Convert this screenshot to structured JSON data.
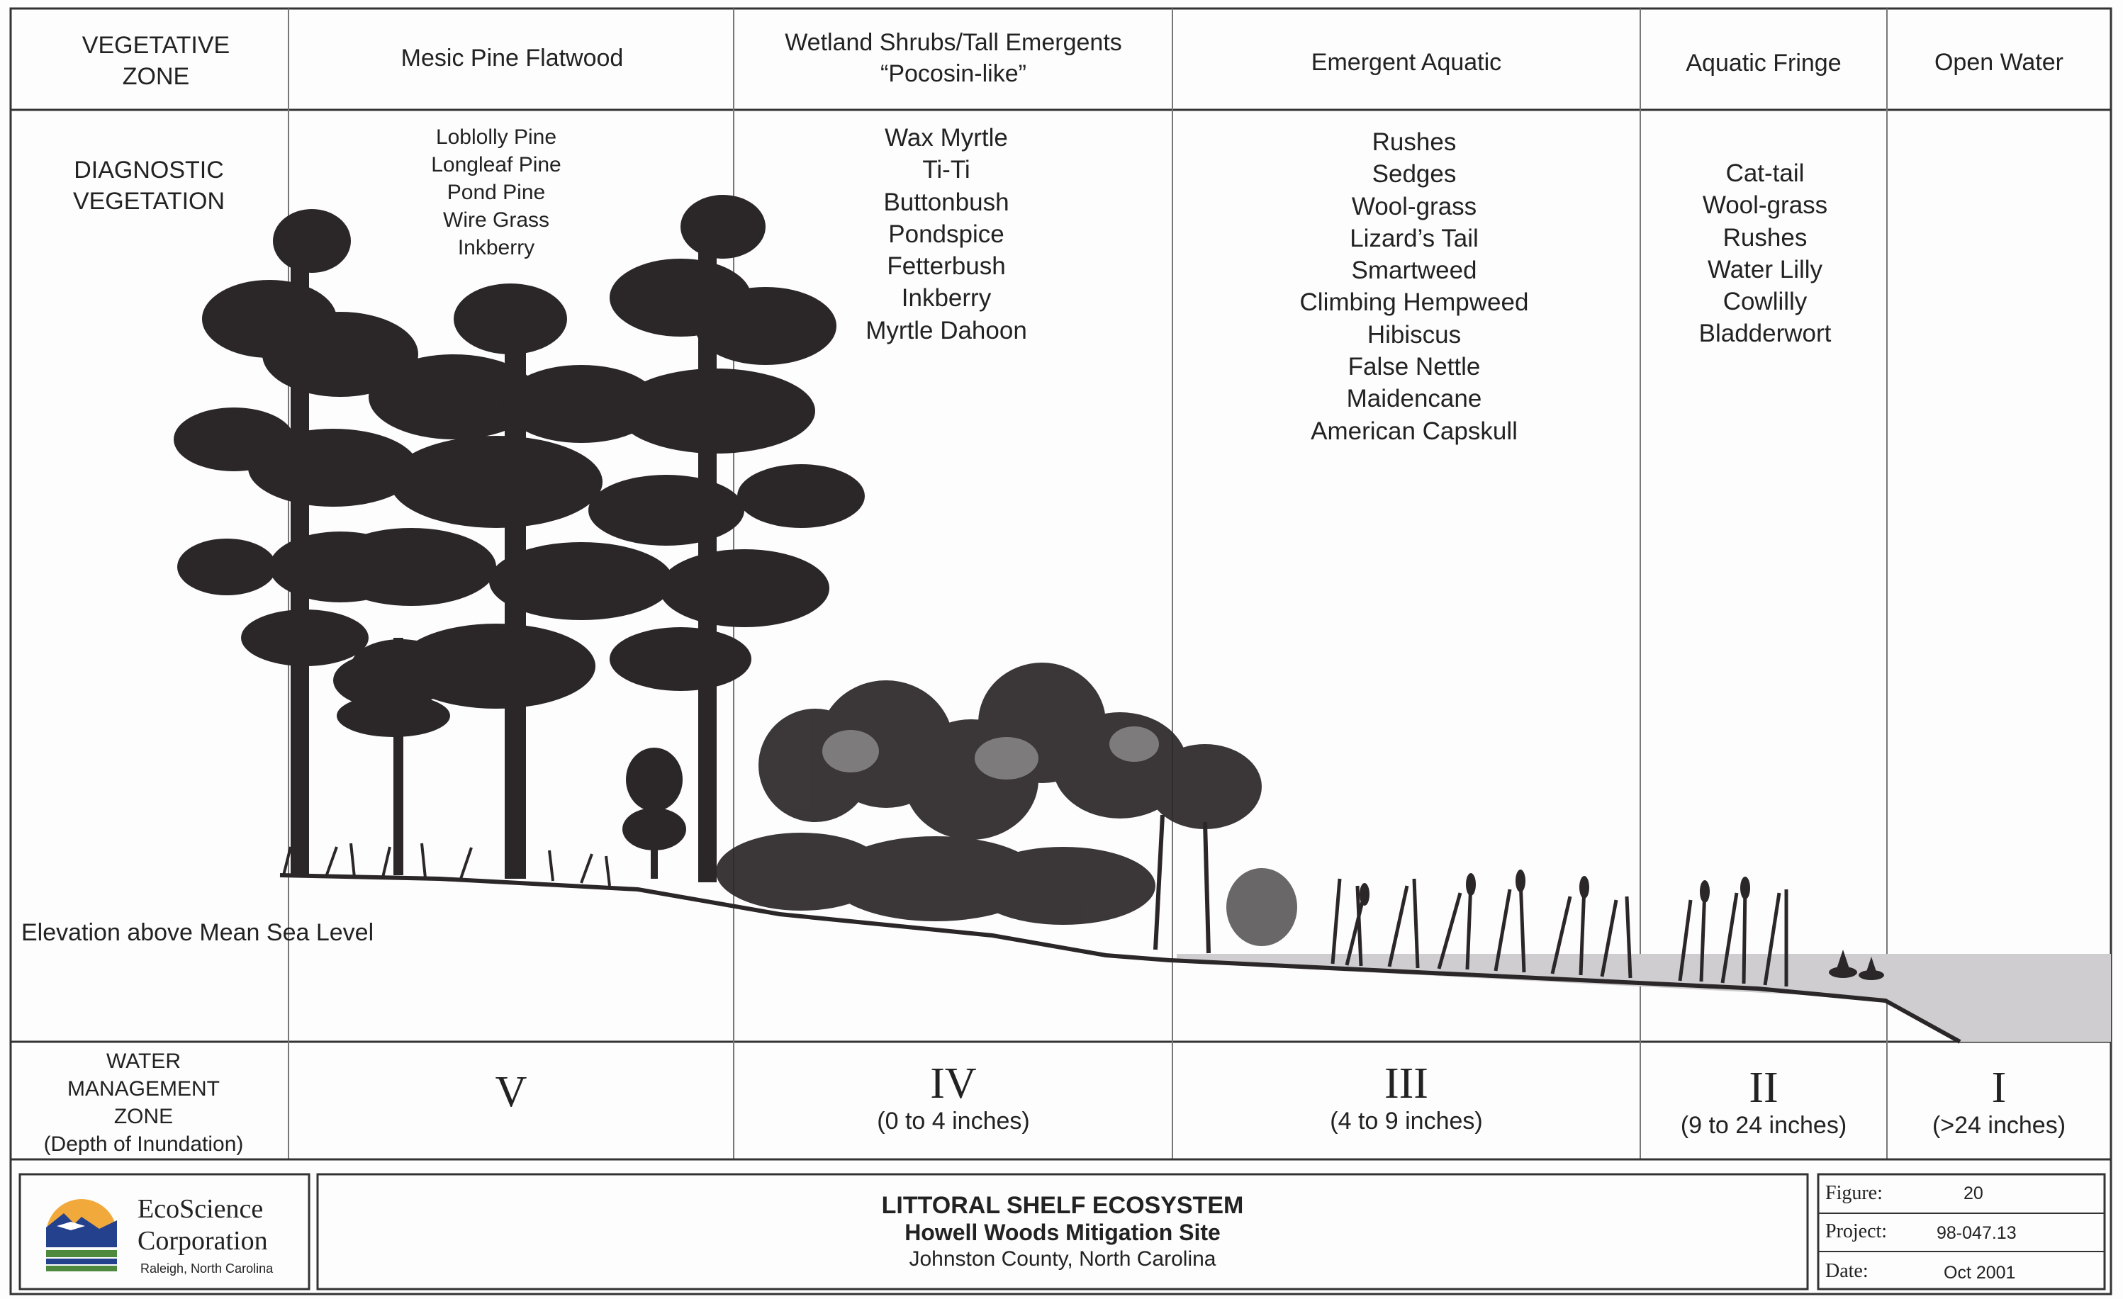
{
  "title": "LITTORAL SHELF ECOSYSTEM",
  "subtitle": "Howell Woods Mitigation Site",
  "location": "Johnston County, North Carolina",
  "row_labels": {
    "vegetative_zone": [
      "VEGETATIVE",
      "ZONE"
    ],
    "diagnostic_vegetation": [
      "DIAGNOSTIC",
      "VEGETATION"
    ],
    "elevation": "Elevation above Mean Sea Level",
    "water_management_zone": [
      "WATER",
      "MANAGEMENT",
      "ZONE",
      "(Depth of Inundation)"
    ]
  },
  "zones": [
    {
      "name": [
        "Mesic Pine Flatwood"
      ],
      "vegetation": [
        "Loblolly Pine",
        "Longleaf Pine",
        "Pond Pine",
        "Wire Grass",
        "Inkberry"
      ],
      "water_zone": "V",
      "depth": ""
    },
    {
      "name": [
        "Wetland Shrubs/Tall Emergents",
        "“Pocosin-like”"
      ],
      "vegetation": [
        "Wax Myrtle",
        "Ti-Ti",
        "Buttonbush",
        "Pondspice",
        "Fetterbush",
        "Inkberry",
        "Myrtle Dahoon"
      ],
      "water_zone": "IV",
      "depth": "(0 to 4 inches)"
    },
    {
      "name": [
        "Emergent Aquatic"
      ],
      "vegetation": [
        "Rushes",
        "Sedges",
        "Wool-grass",
        "Lizard’s Tail",
        "Smartweed",
        "Climbing Hempweed",
        "Hibiscus",
        "False Nettle",
        "Maidencane",
        "American Capskull"
      ],
      "water_zone": "III",
      "depth": "(4 to 9 inches)"
    },
    {
      "name": [
        "Aquatic Fringe"
      ],
      "vegetation": [
        "Cat-tail",
        "Wool-grass",
        "Rushes",
        "Water Lilly",
        "Cowlilly",
        "Bladderwort"
      ],
      "water_zone": "II",
      "depth": "(9 to 24 inches)"
    },
    {
      "name": [
        "Open Water"
      ],
      "vegetation": [],
      "water_zone": "I",
      "depth": "(>24 inches)"
    }
  ],
  "company": {
    "name_line1": "EcoScience",
    "name_line2": "Corporation",
    "city": "Raleigh, North Carolina"
  },
  "info": {
    "figure_label": "Figure:",
    "figure_value": "20",
    "project_label": "Project:",
    "project_value": "98-047.13",
    "date_label": "Date:",
    "date_value": "Oct 2001"
  },
  "colors": {
    "ink": "#2b2628",
    "water": "#cfcdcf",
    "logo_sun": "#f2a93b",
    "logo_blue": "#23418c",
    "logo_green": "#4e8a3e"
  }
}
